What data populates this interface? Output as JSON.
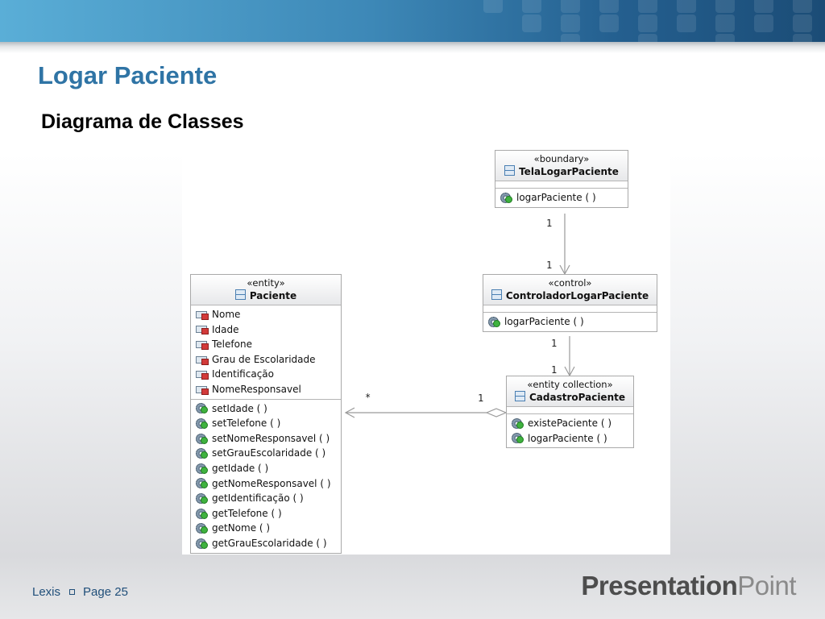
{
  "slide": {
    "title": "Logar Paciente",
    "subtitle": "Diagrama de Classes"
  },
  "colors": {
    "title": "#2f74a5",
    "header_bar": "#3d88b7",
    "footer_text": "#1f4e79"
  },
  "diagram": {
    "classes": {
      "tela": {
        "stereotype": "«boundary»",
        "name": "TelaLogarPaciente",
        "attributes": [],
        "operations": [
          "logarPaciente ( )"
        ]
      },
      "controlador": {
        "stereotype": "«control»",
        "name": "ControladorLogarPaciente",
        "attributes": [],
        "operations": [
          "logarPaciente ( )"
        ]
      },
      "cadastro": {
        "stereotype": "«entity collection»",
        "name": "CadastroPaciente",
        "attributes": [],
        "operations": [
          "existePaciente ( )",
          "logarPaciente ( )"
        ]
      },
      "paciente": {
        "stereotype": "«entity»",
        "name": "Paciente",
        "attributes": [
          "Nome",
          "Idade",
          "Telefone",
          "Grau de Escolaridade",
          "Identificação",
          "NomeResponsavel"
        ],
        "operations": [
          "setIdade ( )",
          "setTelefone ( )",
          "setNomeResponsavel ( )",
          "setGrauEscolaridade ( )",
          "getIdade ( )",
          "getNomeResponsavel ( )",
          "getIdentificação ( )",
          "getTelefone ( )",
          "getNome ( )",
          "getGrauEscolaridade ( )"
        ]
      }
    },
    "associations": {
      "tela_controlador": {
        "source_mult": "1",
        "target_mult": "1"
      },
      "controlador_cadastro": {
        "source_mult": "1",
        "target_mult": "1"
      },
      "cadastro_paciente": {
        "source_mult": "1",
        "target_mult": "*",
        "kind": "aggregation"
      }
    }
  },
  "footer": {
    "company": "Lexis",
    "page": "Page 25",
    "brand_bold": "Presentation",
    "brand_light": "Point"
  }
}
